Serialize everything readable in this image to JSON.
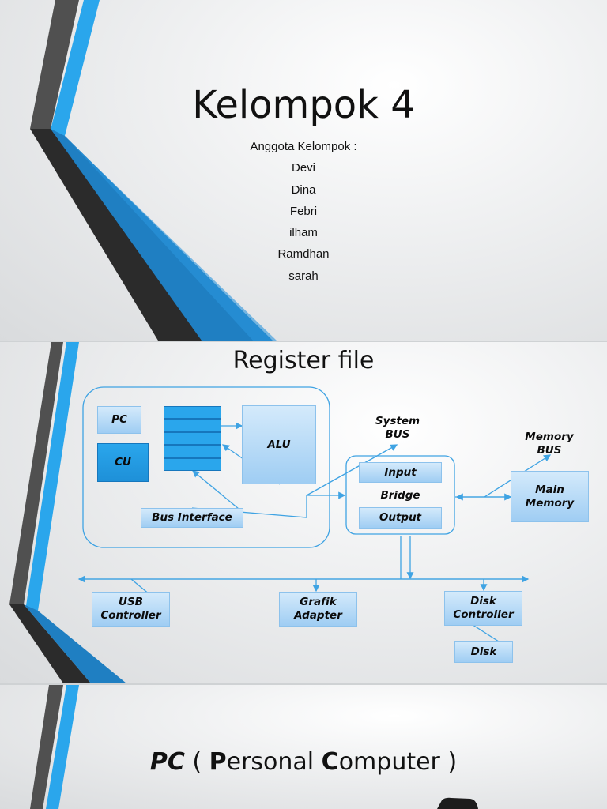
{
  "slide1": {
    "title": "Kelompok 4",
    "subtitle": "Anggota Kelompok :",
    "members": [
      "Devi",
      "Dina",
      "Febri",
      "ilham",
      "Ramdhan",
      "sarah"
    ]
  },
  "slide2": {
    "title": "Register file",
    "boxes": {
      "pc": "PC",
      "cu": "CU",
      "alu": "ALU",
      "bus_interface": "Bus Interface",
      "input": "Input",
      "bridge": "Bridge",
      "output": "Output",
      "main_memory_1": "Main",
      "main_memory_2": "Memory",
      "usb_1": "USB",
      "usb_2": "Controller",
      "grafik_1": "Grafik",
      "grafik_2": "Adapter",
      "disk_ctrl_1": "Disk",
      "disk_ctrl_2": "Controller",
      "disk": "Disk"
    },
    "labels": {
      "system_bus_1": "System",
      "system_bus_2": "BUS",
      "memory_bus_1": "Memory",
      "memory_bus_2": "BUS"
    }
  },
  "slide3": {
    "title_pc": "PC",
    "title_open": " ( ",
    "title_p": "P",
    "title_ersonal": "ersonal ",
    "title_c": "C",
    "title_omputer": "omputer",
    "title_close": " )"
  },
  "colors": {
    "blue_accent": "#29a3e8",
    "dark_stripe": "#3a3a3a",
    "diagram_line": "#3fa3e3",
    "box_fill": "#a8d3f5"
  }
}
